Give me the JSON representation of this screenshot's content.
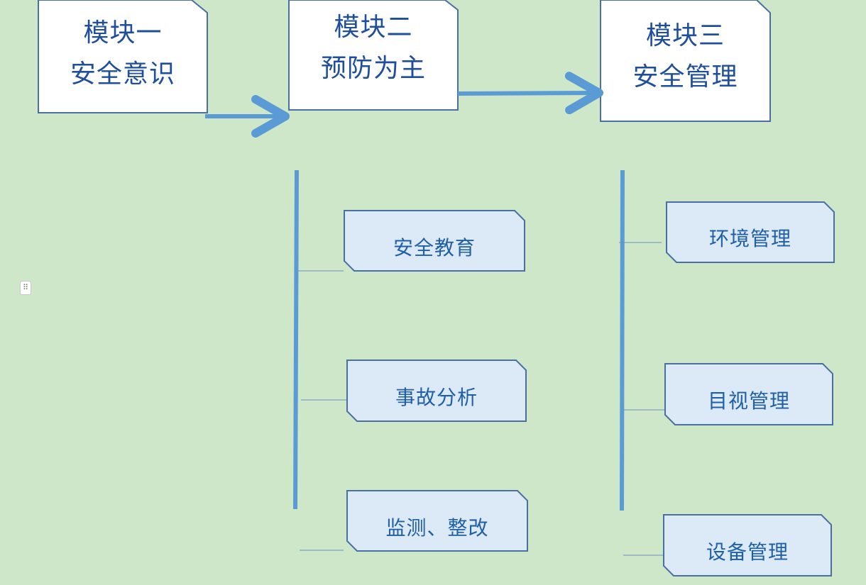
{
  "modules": [
    {
      "title": "模块一",
      "subtitle": "安全意识"
    },
    {
      "title": "模块二",
      "subtitle": "预防为主"
    },
    {
      "title": "模块三",
      "subtitle": "安全管理"
    }
  ],
  "module2_items": [
    "安全教育",
    "事故分析",
    "监测、整改"
  ],
  "module3_items": [
    "环境管理",
    "目视管理",
    "设备管理"
  ],
  "colors": {
    "background": "#cfe7c9",
    "accent": "#5b9bd5",
    "box_fill_white": "#ffffff",
    "box_fill_light": "#dce9f7",
    "box_border": "#4a6fa5",
    "text": "#1f4e9c"
  },
  "handle_icon": "drag-handle-icon"
}
